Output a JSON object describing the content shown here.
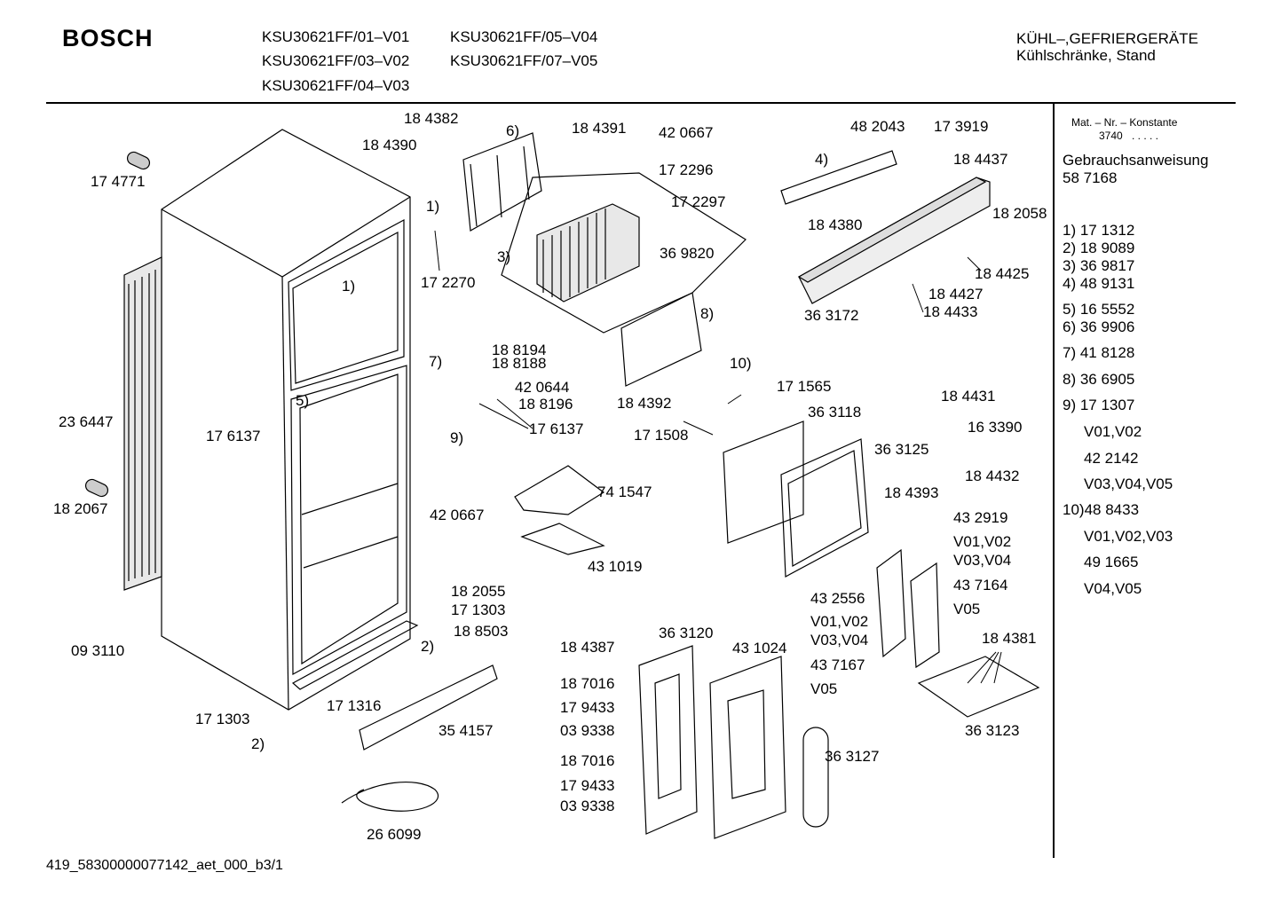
{
  "header": {
    "brand": "BOSCH",
    "models": [
      "KSU30621FF/01–V01",
      "KSU30621FF/03–V02",
      "KSU30621FF/04–V03",
      "KSU30621FF/05–V04",
      "KSU30621FF/07–V05"
    ],
    "category": "KÜHL–,GEFRIERGERÄTE",
    "subcategory": "Kühlschränke, Stand"
  },
  "sidebar": {
    "mat_label": "Mat. – Nr. – Konstante",
    "mat_value": "3740",
    "mat_dots": ". . . . .",
    "manual_label": "Gebrauchsanweisung",
    "manual_value": "58 7168",
    "items": [
      "1) 17 1312",
      "2) 18 9089",
      "3) 36 9817",
      "4) 48 9131",
      "5) 16 5552",
      "6) 36 9906",
      "7) 41 8128",
      "8) 36 6905",
      "9) 17 1307",
      "V01,V02",
      "42 2142",
      "V03,V04,V05",
      "10)48 8433",
      "V01,V02,V03",
      "49 1665",
      "V04,V05"
    ]
  },
  "labels": [
    "18 4382",
    "18 4390",
    "6)",
    "18 4391",
    "42 0667",
    "17 2296",
    "17 2297",
    "48 2043",
    "17 3919",
    "4)",
    "18 4437",
    "18 4380",
    "18 2058",
    "18 4425",
    "18 4427",
    "18 4433",
    "36 3172",
    "17 4771",
    "1)",
    "17 2270",
    "3)",
    "36 9820",
    "1)",
    "8)",
    "18 8194",
    "7)",
    "18 8188",
    "42 0644",
    "18 8196",
    "17 6137",
    "9)",
    "18 4392",
    "10)",
    "17 1565",
    "36 3118",
    "17 1508",
    "18 4431",
    "16 3390",
    "36 3125",
    "18 4432",
    "18 4393",
    "5)",
    "17 6137",
    "23 6447",
    "74 1547",
    "18 2067",
    "42 0667",
    "43 1019",
    "43 2919",
    "V01,V02",
    "V03,V04",
    "43 7164",
    "V05",
    "43 2556",
    "V01,V02",
    "V03,V04",
    "43 7167",
    "V05",
    "18 2055",
    "17 1303",
    "18 8503",
    "2)",
    "09 3110",
    "18 4387",
    "36 3120",
    "43 1024",
    "18 4381",
    "18 7016",
    "17 9433",
    "03 9338",
    "17 1303",
    "17 1316",
    "35 4157",
    "36 3123",
    "2)",
    "36 3127",
    "18 7016",
    "17 9433",
    "03 9338",
    "26 6099"
  ],
  "footer": "419_58300000077142_aet_000_b3/1"
}
